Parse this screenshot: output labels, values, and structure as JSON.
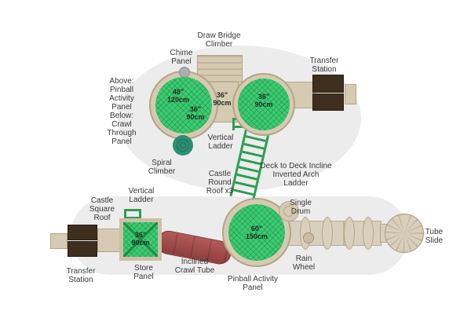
{
  "labels": {
    "draw_bridge_climber": "Draw Bridge Climber",
    "chime_panel": "Chime Panel",
    "transfer_station_top": "Transfer Station",
    "pinball_panel_note": "Above: Pinball Activity Panel Below: Crawl Through Panel",
    "vertical_ladder_top": "Vertical Ladder",
    "spiral_climber": "Spiral Climber",
    "castle_round_roof": "Castle Round Roof x3",
    "arch_ladder": "Deck to Deck Incline Inverted Arch Ladder",
    "castle_square_roof": "Castle Square Roof",
    "vertical_ladder_bottom": "Vertical Ladder",
    "single_drum": "Single Drum",
    "transfer_station_bottom": "Transfer Station",
    "store_panel": "Store Panel",
    "inclined_crawl_tube": "Inclined Crawl Tube",
    "rain_wheel": "Rain Wheel",
    "pinball_activity_panel": "Pinball Activity Panel",
    "tube_slide": "Tube Slide"
  },
  "decks": {
    "deck_48": {
      "in": "48\"",
      "cm": "120cm"
    },
    "deck_36_left": {
      "in": "36\"",
      "cm": "90cm"
    },
    "deck_36_mid": {
      "in": "36\"",
      "cm": "90cm"
    },
    "deck_36_right": {
      "in": "36\"",
      "cm": "90cm"
    },
    "deck_36_square": {
      "in": "36\"",
      "cm": "90cm"
    },
    "deck_60": {
      "in": "60\"",
      "cm": "150cm"
    }
  },
  "colors": {
    "deck_green": "#3ecb71",
    "deck_green_dark": "#1f8b44",
    "tan": "#d6cab2",
    "tan_border": "#b5a586",
    "brown": "#3f2f1f",
    "red_tube": "#a04a4a",
    "beige_tube": "#d9cfbd",
    "spiral_teal": "#2c8f74",
    "label_text": "#3a3a3a"
  }
}
